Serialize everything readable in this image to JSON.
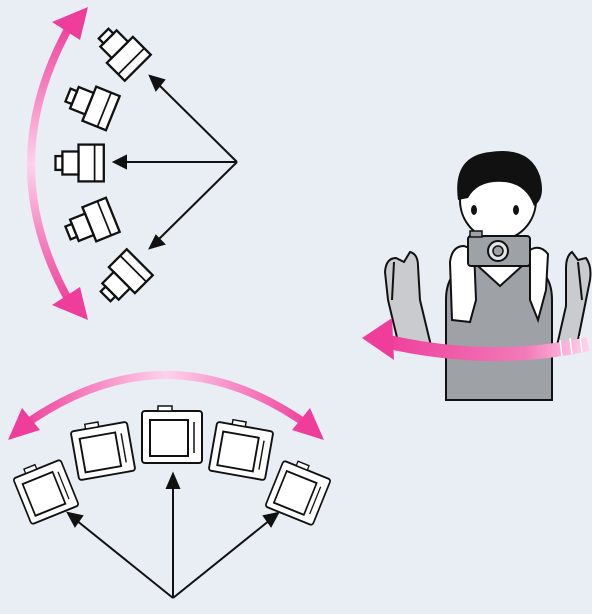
{
  "figure": {
    "background": "#e9edf4",
    "arrow_gradient": [
      "#ffd2ec",
      "#ee3d9a"
    ],
    "line_color": "#111111",
    "camera_fill": "#ffffff",
    "shirt_color": "#9ea1a6",
    "arm_color": "#c9cbce",
    "hair_color": "#111111"
  },
  "panels": {
    "vertical_sweep": {
      "camera_count": 5,
      "pointer_count": 3
    },
    "horizontal_sweep": {
      "camera_count": 5,
      "pointer_count": 3
    },
    "photographer": {
      "motion": "pan-left"
    }
  }
}
